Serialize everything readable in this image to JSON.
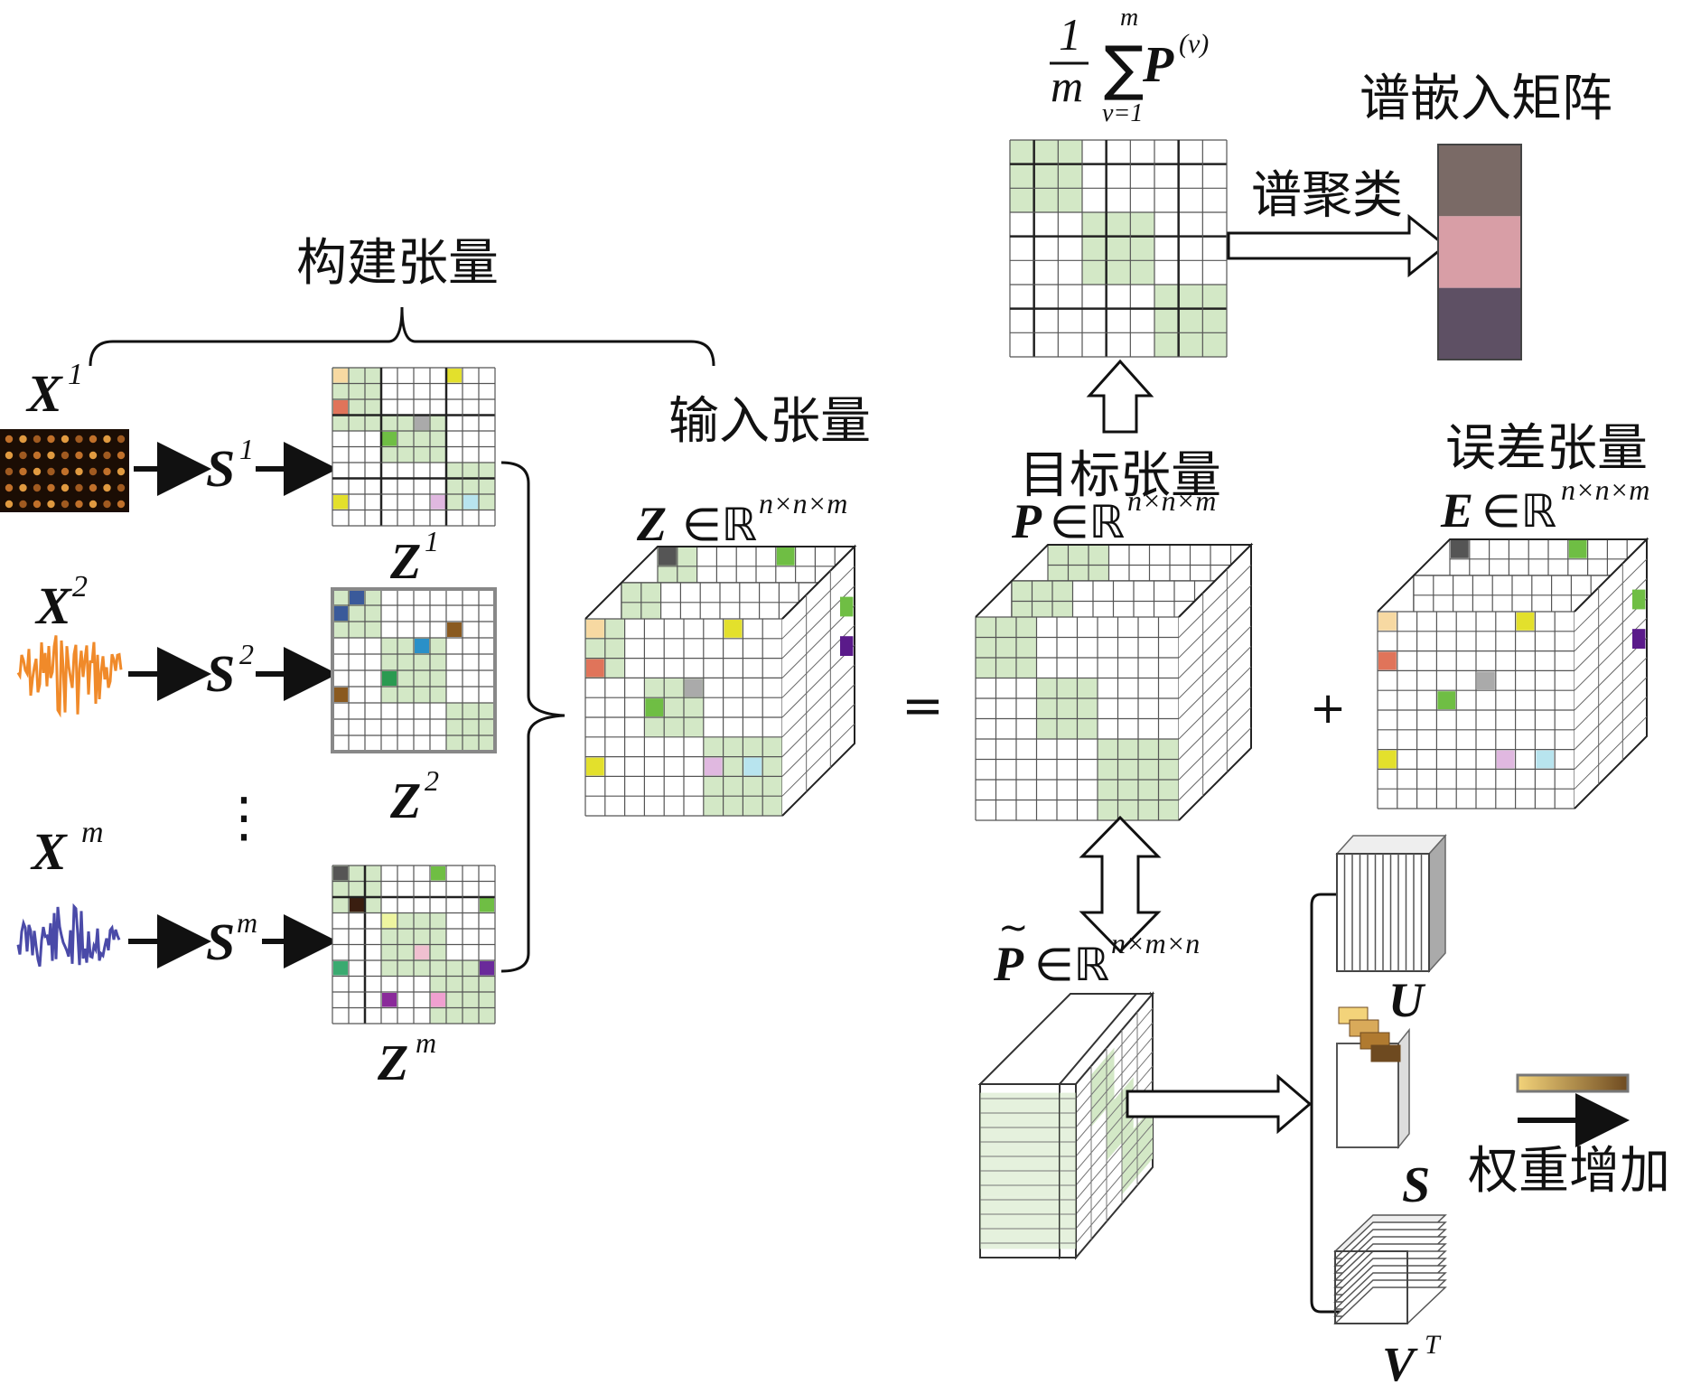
{
  "labels": {
    "build_tensor": "构建张量",
    "input_tensor": "输入张量",
    "target_tensor": "目标张量",
    "error_tensor": "误差张量",
    "spectral_clustering": "谱聚类",
    "spectral_embedding": "谱嵌入矩阵",
    "weight_increase": "权重增加"
  },
  "views": [
    {
      "x": "X",
      "x_sup": "1",
      "s": "S",
      "s_sup": "1",
      "z": "Z",
      "z_sup": "1"
    },
    {
      "x": "X",
      "x_sup": "2",
      "s": "S",
      "s_sup": "2",
      "z": "Z",
      "z_sup": "2"
    },
    {
      "x": "X",
      "x_sup": "m",
      "s": "S",
      "s_sup": "m",
      "z": "Z",
      "z_sup": "m"
    }
  ],
  "ellipsis": "⋮",
  "tensors": {
    "Z": {
      "name": "Z",
      "in": "∈ℝ",
      "dim": "n×n×m"
    },
    "P": {
      "name": "P",
      "in": "∈ℝ",
      "dim": "n×n×m"
    },
    "E": {
      "name": "E",
      "in": "∈ℝ",
      "dim": "n×n×m"
    },
    "Pt": {
      "name": "P",
      "tilde": "~",
      "in": "∈ℝ",
      "dim": "n×m×n"
    }
  },
  "equation": {
    "equals": "=",
    "plus": "+"
  },
  "average": {
    "num": "1",
    "den": "m",
    "sum": "∑",
    "upper": "m",
    "lower": "v=1",
    "P": "P",
    "sup": "(v)"
  },
  "tsvd": {
    "U": "U",
    "S": "S",
    "V": "V",
    "V_sup": "T"
  },
  "colors": {
    "green": "#d3e8c6",
    "embedding": [
      "#7a6a66",
      "#d89ea6",
      "#5e5064"
    ]
  }
}
